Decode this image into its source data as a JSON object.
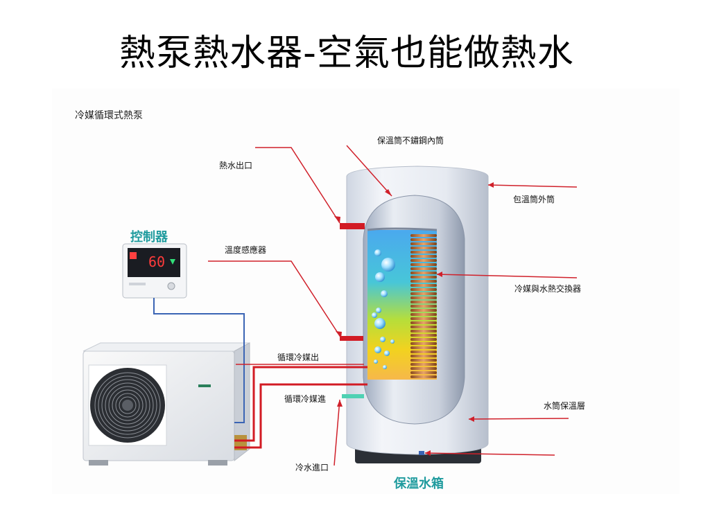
{
  "slide": {
    "title": "熱泵熱水器-空氣也能做熱水"
  },
  "diagram": {
    "section_title": "冷媒循環式熱泵",
    "controller_label": "控制器",
    "controller_display": "60",
    "tank_label": "保溫水箱",
    "labels": {
      "hot_water_outlet": "熱水出口",
      "inner_tank": "保溫筒不鏽鋼內筒",
      "outer_tank": "包溫筒外筒",
      "temp_sensor": "溫度感應器",
      "heat_exchanger": "冷媒與水熱交換器",
      "refrigerant_out": "循環冷媒出",
      "refrigerant_in": "循環冷媒進",
      "insulation": "水筒保溫層",
      "cold_water_inlet": "冷水進口"
    },
    "colors": {
      "pointer": "#d0202a",
      "refrigerant_pipe": "#d21b24",
      "signal_wire": "#3a64b4",
      "teal_accent": "#1f9b9e"
    }
  }
}
